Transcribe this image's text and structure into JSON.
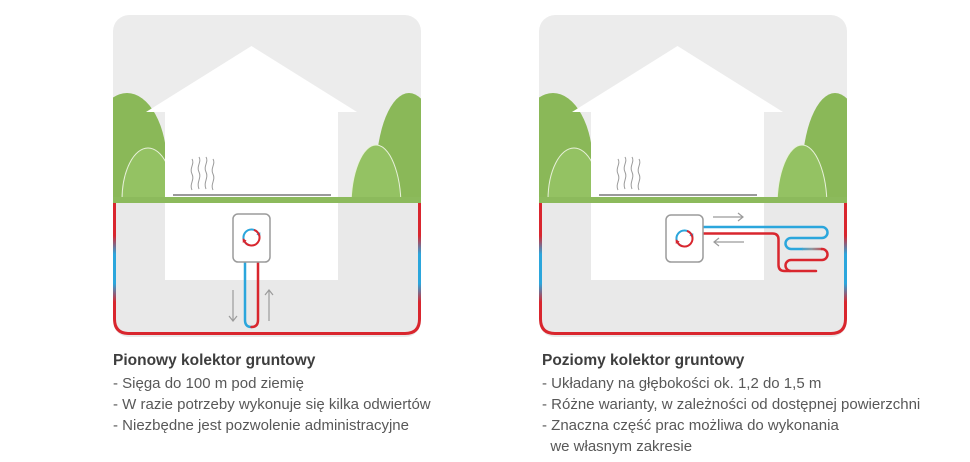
{
  "colors": {
    "page_bg": "#FFFFFF",
    "card_bg": "#ECECEC",
    "ground_bg": "#E9E9E9",
    "house": "#FFFFFF",
    "tree_back": "#8AB858",
    "tree_front": "#94C263",
    "grass": "#8CBA5C",
    "pipe_red": "#D9262E",
    "pipe_blue": "#2BA6DC",
    "line_gray": "#9B9B9B",
    "title_text": "#3E3E3E",
    "body_text": "#585858"
  },
  "icons": {
    "heat_pump": "circular-flow-arrows-icon",
    "heat_waves": "steam-waves-icon",
    "vertical_flow": "down-and-up-arrows",
    "horizontal_flow": "right-and-left-arrows"
  },
  "left_panel": {
    "title": "Pionowy kolektor gruntowy",
    "items": [
      "- Sięga do 100 m pod ziemię",
      "- W razie potrzeby wykonuje się kilka odwiertów",
      "- Niezbędne jest pozwolenie administracyjne"
    ]
  },
  "right_panel": {
    "title": "Poziomy kolektor gruntowy",
    "items": [
      "- Układany na głębokości ok. 1,2 do 1,5 m",
      "- Różne warianty, w zależności od dostępnej powierzchni",
      "- Znaczna część prac możliwa do wykonania",
      "  we własnym zakresie"
    ]
  }
}
